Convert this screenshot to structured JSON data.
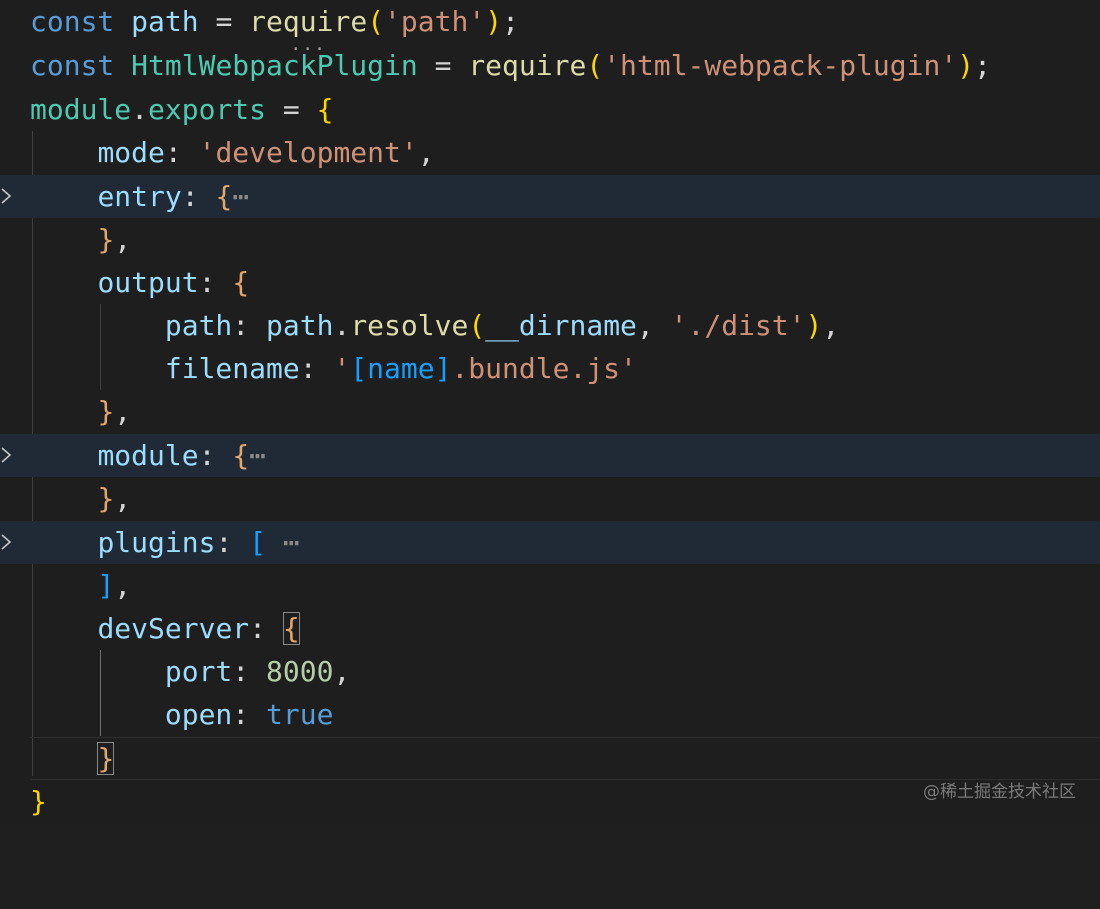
{
  "editor": {
    "language": "javascript",
    "tokens": {
      "const": "const",
      "path_var": "path",
      "eq": " = ",
      "require": "require",
      "path_str": "'path'",
      "html_plugin_var": "HtmlWebpackPlugin",
      "html_plugin_str": "'html-webpack-plugin'",
      "module": "module",
      "exports": "exports",
      "mode_key": "mode",
      "mode_val": "'development'",
      "entry_key": "entry",
      "output_key": "output",
      "path_key": "path",
      "path_fn": "path",
      "resolve": "resolve",
      "dirname": "__dirname",
      "dist_str": "'./dist'",
      "filename_key": "filename",
      "filename_q1": "'",
      "filename_br_open": "[",
      "filename_name": "name",
      "filename_br_close": "]",
      "filename_rest": ".bundle.js'",
      "module_key": "module",
      "plugins_key": "plugins",
      "devserver_key": "devServer",
      "port_key": "port",
      "port_val": "8000",
      "open_key": "open",
      "open_val": "true",
      "ellipsis": "⋯"
    },
    "folded_lines": [
      "entry",
      "module",
      "plugins"
    ]
  },
  "icons": {
    "fold": "chevron-right-icon"
  },
  "watermark": "@稀土掘金技术社区"
}
